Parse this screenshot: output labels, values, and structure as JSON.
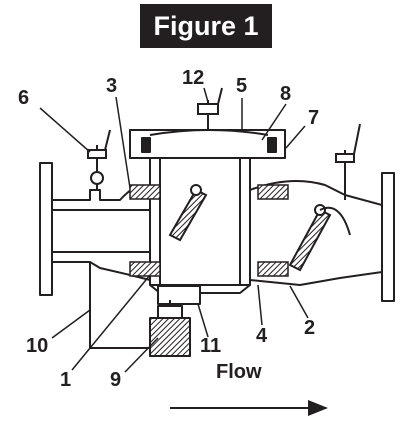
{
  "figure": {
    "title": "Figure 1"
  },
  "callouts": [
    {
      "id": "1",
      "label": "1"
    },
    {
      "id": "2",
      "label": "2"
    },
    {
      "id": "3",
      "label": "3"
    },
    {
      "id": "4",
      "label": "4"
    },
    {
      "id": "5",
      "label": "5"
    },
    {
      "id": "6",
      "label": "6"
    },
    {
      "id": "7",
      "label": "7"
    },
    {
      "id": "8",
      "label": "8"
    },
    {
      "id": "9",
      "label": "9"
    },
    {
      "id": "10",
      "label": "10"
    },
    {
      "id": "11",
      "label": "11"
    },
    {
      "id": "12",
      "label": "12"
    }
  ],
  "flow": {
    "label": "Flow"
  },
  "colors": {
    "ink": "#231f20",
    "hatch": "#231f20",
    "background": "#ffffff"
  }
}
